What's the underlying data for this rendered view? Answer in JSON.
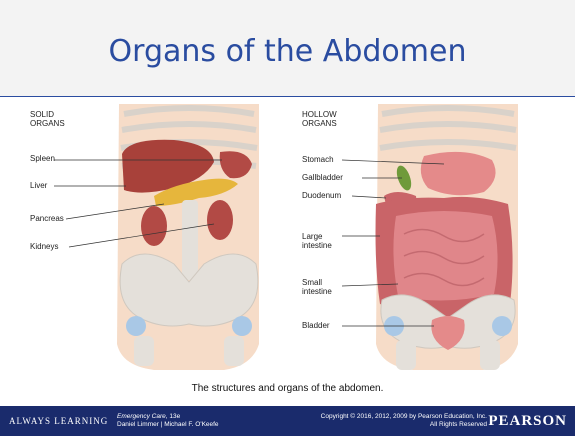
{
  "slide": {
    "title": "Organs of the Abdomen",
    "caption": "The structures and organs of the abdomen."
  },
  "figure": {
    "left_panel": {
      "heading": "SOLID\nORGANS",
      "labels": [
        "Spleen",
        "Liver",
        "Pancreas",
        "Kidneys"
      ]
    },
    "right_panel": {
      "heading": "HOLLOW\nORGANS",
      "labels": [
        "Stomach",
        "Gallbladder",
        "Duodenum",
        "Large\nintestine",
        "Small\nintestine",
        "Bladder"
      ]
    }
  },
  "footer": {
    "brand": "ALWAYS LEARNING",
    "book_title": "Emergency Care",
    "book_edition": ", 13e",
    "authors": "Daniel Limmer | Michael F. O'Keefe",
    "copyright": "Copyright © 2016, 2012, 2009 by Pearson Education, Inc.",
    "rights": "All Rights Reserved",
    "publisher": "PEARSON"
  },
  "colors": {
    "title": "#2a4ca0",
    "footer_bg": "#1a2b6c",
    "skin": "#f6dcc8",
    "liver": "#a8413a",
    "pancreas": "#e6b63c",
    "intestine": "#d9747a",
    "bone": "#e4e0da"
  }
}
